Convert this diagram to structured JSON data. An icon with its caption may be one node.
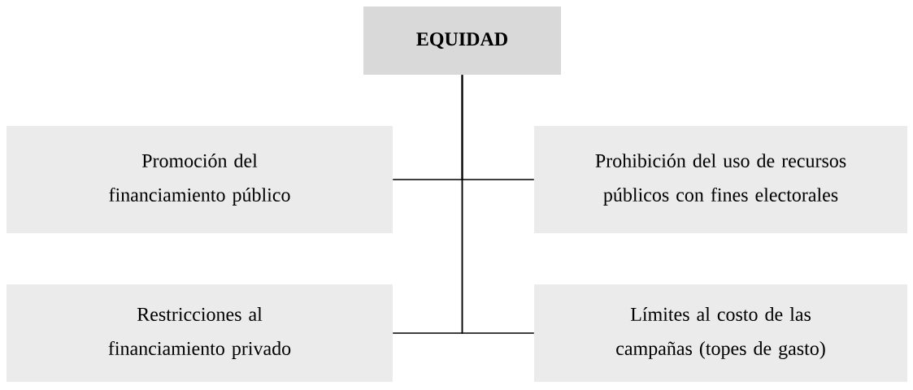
{
  "diagram": {
    "nodes": [
      {
        "text": [
          "EQUIDAD"
        ]
      },
      {
        "text": [
          "Promoción del financiamiento público"
        ]
      },
      {
        "text": [
          "Prohibición del uso de recursos públicos con fines electorales"
        ]
      },
      {
        "text": [
          "Restricciones al financiamiento privado"
        ]
      },
      {
        "text": [
          "Límites al costo de las campañas (topes de gasto)"
        ]
      }
    ],
    "edges": [
      {
        "from": 0,
        "to": 1,
        "arrow": "none"
      },
      {
        "from": 0,
        "to": 2,
        "arrow": "none"
      },
      {
        "from": 0,
        "to": 3,
        "arrow": "none"
      },
      {
        "from": 0,
        "to": 4,
        "arrow": "none"
      }
    ]
  }
}
